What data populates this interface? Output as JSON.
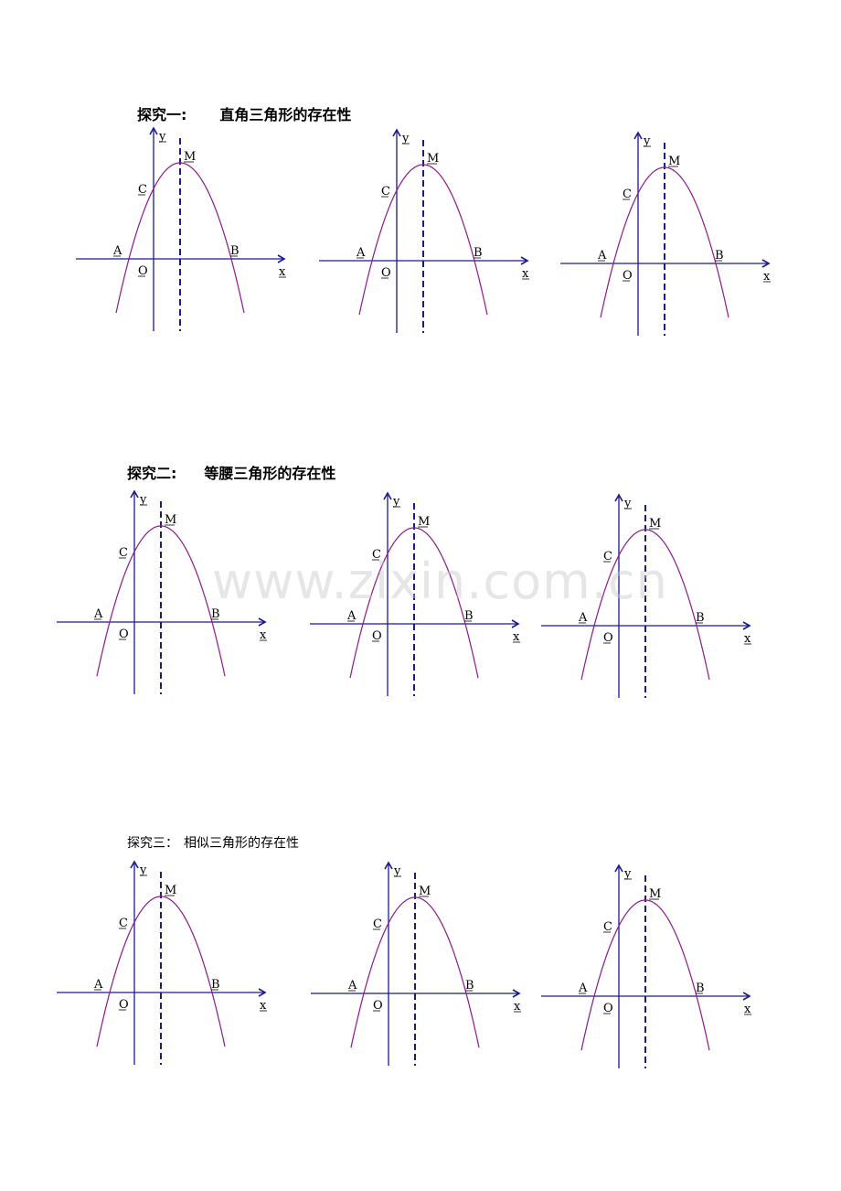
{
  "sections": [
    {
      "prefix": "探究一:",
      "title": "直角三角形的存在性"
    },
    {
      "prefix": "探究二:",
      "title": "等腰三角形的存在性"
    },
    {
      "prefix": "探究三：",
      "title": "相似三角形的存在性"
    }
  ],
  "watermark": "www.zixin.com.cn",
  "labels": {
    "y": "y",
    "x": "x",
    "M": "M",
    "C": "C",
    "A": "A",
    "B": "B",
    "O": "O"
  },
  "colors": {
    "axis": "#1a1a8c",
    "curve": "#8b1a8b",
    "dashed": "#1a1a8c",
    "text": "#000000"
  },
  "graphs": [
    {
      "section": 0,
      "ox": 168,
      "oy": 283
    },
    {
      "section": 0,
      "ox": 434,
      "oy": 285
    },
    {
      "section": 0,
      "ox": 698,
      "oy": 288
    },
    {
      "section": 1,
      "ox": 147,
      "oy": 680
    },
    {
      "section": 1,
      "ox": 424,
      "oy": 682
    },
    {
      "section": 1,
      "ox": 677,
      "oy": 684
    },
    {
      "section": 2,
      "ox": 147,
      "oy": 1085
    },
    {
      "section": 2,
      "ox": 425,
      "oy": 1086
    },
    {
      "section": 2,
      "ox": 677,
      "oy": 1089
    }
  ],
  "chart_data": {
    "type": "line",
    "title": "Parabola y = ax² + bx + c (a<0) with axis of symmetry",
    "description": "Nine identical coordinate diagrams: downward parabola crossing x-axis at A (left of O) and B, y-axis at C, vertex M, dashed axis of symmetry through M",
    "points": [
      "A",
      "B",
      "C",
      "M",
      "O"
    ],
    "axes": [
      "x",
      "y"
    ]
  }
}
